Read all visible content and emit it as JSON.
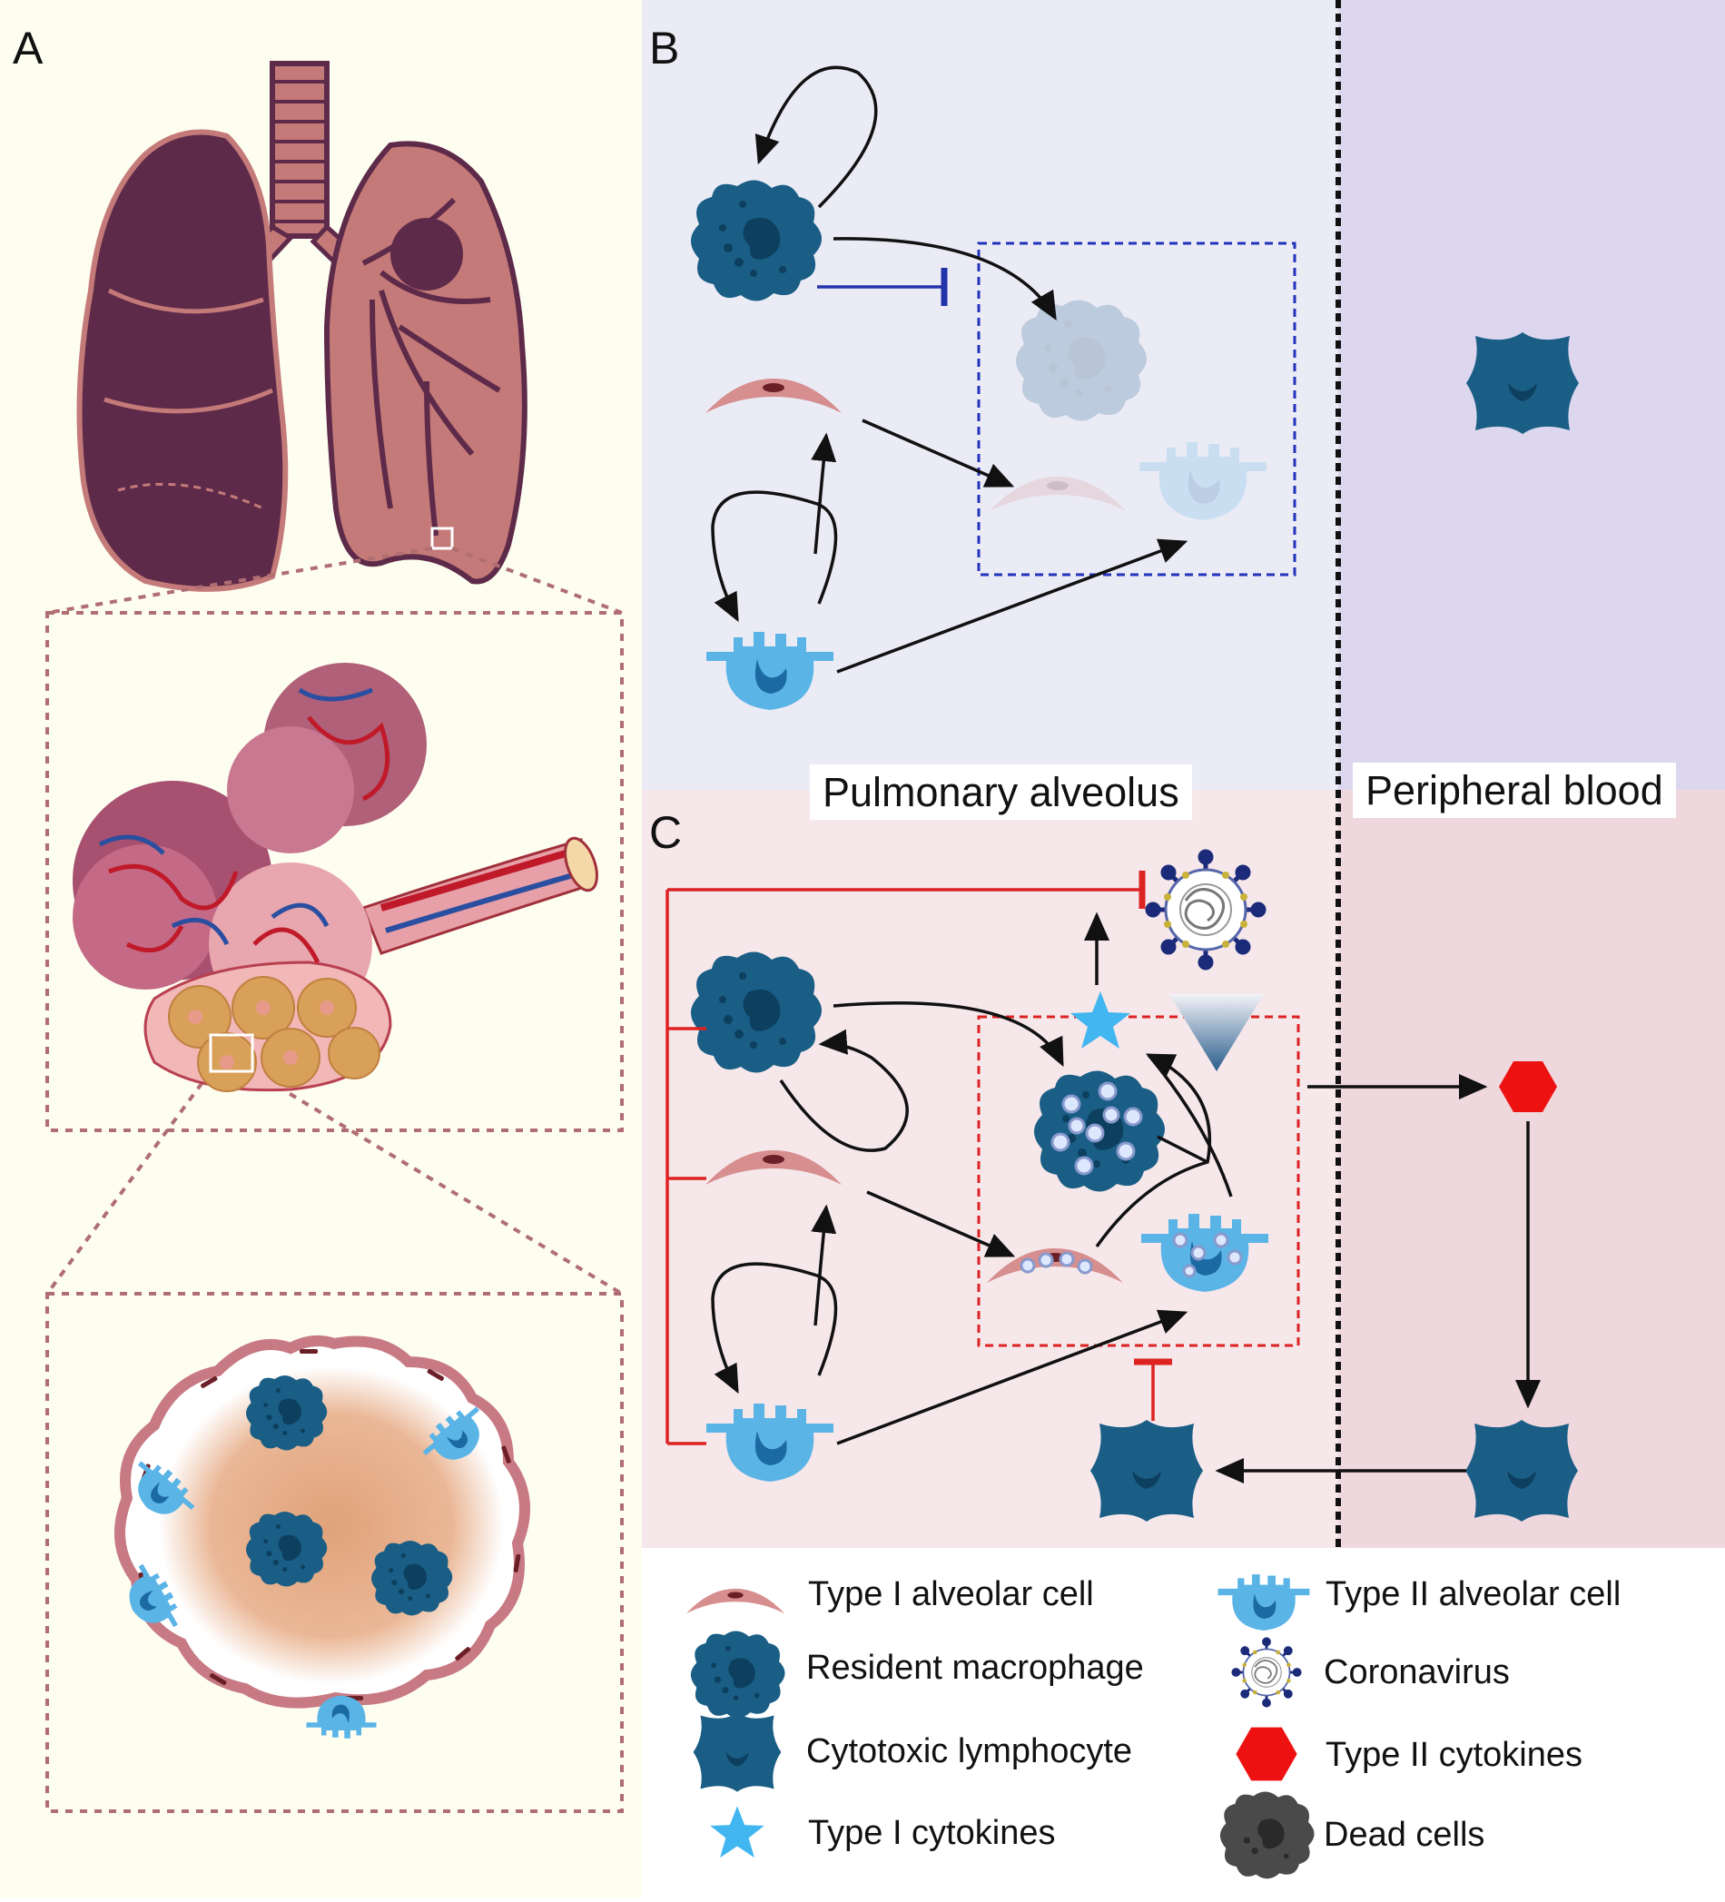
{
  "panels": {
    "a": {
      "letter": "A"
    },
    "b": {
      "letter": "B"
    },
    "c": {
      "letter": "C"
    }
  },
  "regions": {
    "alveolus": "Pulmonary alveolus",
    "blood": "Peripheral blood"
  },
  "legend": {
    "type1_cell": "Type I alveolar cell",
    "type2_cell": "Type II alveolar cell",
    "macrophage": "Resident macrophage",
    "coronavirus": "Coronavirus",
    "lymphocyte": "Cytotoxic lymphocyte",
    "type2_cytokines": "Type II cytokines",
    "type1_cytokines": "Type I cytokines",
    "dead_cells": "Dead cells"
  },
  "colors": {
    "panel_a_bg": "#fdfdf0",
    "panel_b_bg": "#ebebf6",
    "panel_b_blood_bg": "#dcd7ee",
    "panel_c_bg": "#f6e7ea",
    "panel_c_blood_bg": "#efd8dd",
    "macrophage": "#1a5e86",
    "type2": "#5ab4e6",
    "type1": "#d68e8e",
    "cytokine_red": "#ee1111",
    "inhibit_red": "#dd2222",
    "inhibit_blue": "#2233aa",
    "lung_dark": "#5e2a4a",
    "lung_pink": "#c47a78"
  }
}
